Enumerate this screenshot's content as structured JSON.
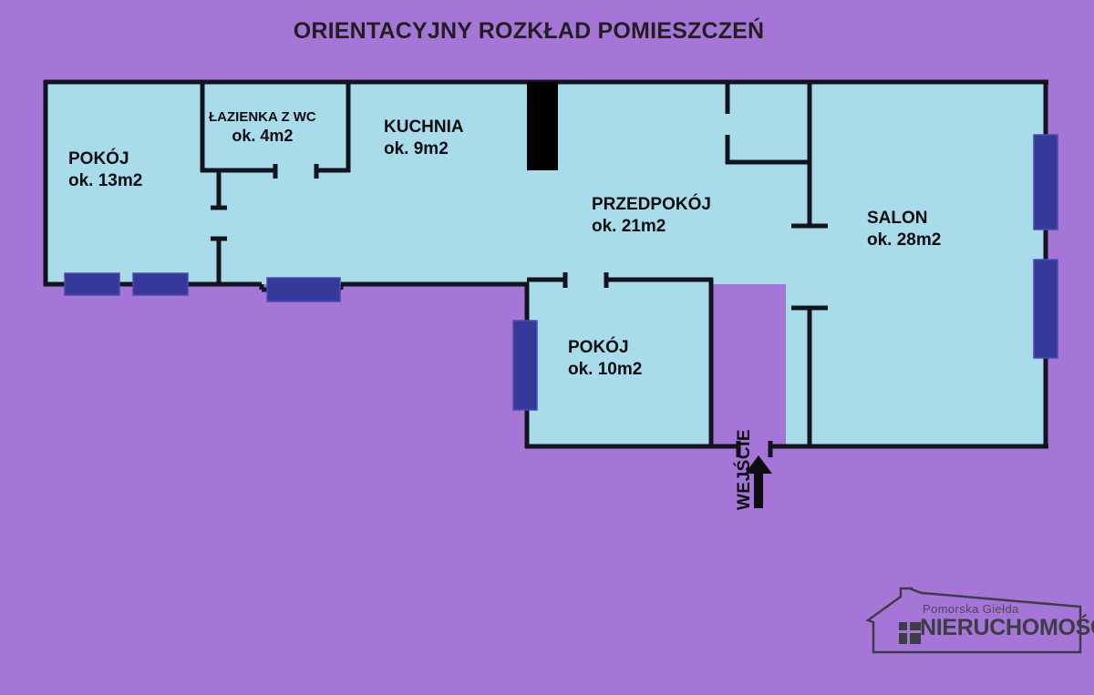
{
  "title": "ORIENTACYJNY ROZKŁAD POMIESZCZEŃ",
  "colors": {
    "background": "#a575d8",
    "room_fill": "#a8dcea",
    "wall": "#14141e",
    "window": "#36399a",
    "logo": "#3d3d44"
  },
  "rooms": [
    {
      "id": "pokoj-13",
      "name": "POKÓJ",
      "area": "ok. 13m2"
    },
    {
      "id": "lazienka",
      "name": "ŁAZIENKA Z WC",
      "area": "ok. 4m2"
    },
    {
      "id": "kuchnia",
      "name": "KUCHNIA",
      "area": "ok. 9m2"
    },
    {
      "id": "przedpokoj",
      "name": "PRZEDPOKÓJ",
      "area": "ok. 21m2"
    },
    {
      "id": "salon",
      "name": "SALON",
      "area": "ok. 28m2"
    },
    {
      "id": "pokoj-10",
      "name": "POKÓJ",
      "area": "ok. 10m2"
    }
  ],
  "entrance": {
    "label": "WEJŚCIE",
    "icon": "up-arrow-icon"
  },
  "logo": {
    "top_line": "Pomorska Giełda",
    "main_line": "NIERUCHOMOŚCI",
    "icon": "house-outline-icon",
    "window_icon": "window-grid-icon"
  }
}
